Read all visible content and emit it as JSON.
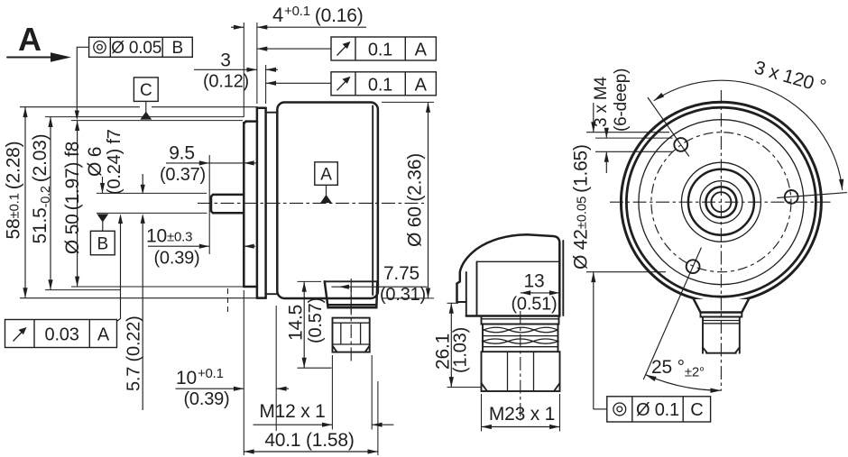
{
  "drawing": {
    "type": "technical dimensional drawing",
    "subject": "rotary encoder with servo flange, M12 and M23 connector variants",
    "ink_color": "#1f1f1f",
    "background_color": "#ffffff"
  },
  "view_label": {
    "letter": "A"
  },
  "side_view": {
    "fcf_concentricity": {
      "symbol_name": "concentricity-icon",
      "tolerance": "Ø 0.05",
      "datum": "B"
    },
    "datum_c": "C",
    "datum_b": "B",
    "datum_a": "A",
    "dim_4": {
      "value": "4",
      "tol_sup": "+0.1",
      "inch": "(0.16)"
    },
    "dim_3": {
      "value": "3",
      "inch": "(0.12)"
    },
    "fcf_runout_top": {
      "symbol_name": "circular-runout-icon",
      "tolerance": "0.1",
      "datum": "A"
    },
    "fcf_runout_mid": {
      "symbol_name": "circular-runout-icon",
      "tolerance": "0.1",
      "datum": "A"
    },
    "dim_9_5": {
      "value": "9.5",
      "inch": "(0.37)"
    },
    "dim_shaft_dia": {
      "value": "Ø 6",
      "inch_fit": "(0.24) f7"
    },
    "dim_58": {
      "value": "58",
      "tol": "±0.1",
      "inch": "(2.28)"
    },
    "dim_51_5": {
      "value": "51.5",
      "tol": "-0.2",
      "inch": "(2.03)"
    },
    "dim_50": {
      "value": "Ø 50",
      "inch": "(1.97) f8"
    },
    "dim_10_shaft": {
      "value": "10",
      "tol": "±0.3",
      "inch": "(0.39)"
    },
    "dim_60": {
      "value": "Ø 60 (2.36)"
    },
    "dim_7_75": {
      "value": "7.75",
      "inch": "(0.31)"
    },
    "dim_14_5": {
      "value": "14.5",
      "inch": "(0.57)"
    },
    "fcf_runout_shaft": {
      "symbol_name": "circular-runout-icon",
      "tolerance": "0.03",
      "datum": "A"
    },
    "dim_5_7": {
      "value": "5.7 (0.22)"
    },
    "dim_10_body": {
      "value": "10",
      "tol_sup": "+0.1",
      "inch": "(0.39)"
    },
    "thread_m12": "M12 x 1",
    "dim_40_1": "40.1 (1.58)"
  },
  "connector_view": {
    "dim_13": {
      "value": "13",
      "inch": "(0.51)"
    },
    "dim_26_1": {
      "value": "26.1",
      "inch": "(1.03)"
    },
    "thread_m23": "M23 x 1"
  },
  "front_view": {
    "dim_holes": {
      "value": "3 x M4",
      "depth": "(6-deep)"
    },
    "dim_spacing": "3 x 120 °",
    "dim_bolt_circle": {
      "value": "Ø 42",
      "tol": "±0.05",
      "inch": "(1.65)"
    },
    "dim_angle": {
      "value": "25 °",
      "tol": "±2°"
    },
    "fcf_concentricity": {
      "symbol_name": "concentricity-icon",
      "tolerance": "Ø 0.1",
      "datum": "C"
    }
  }
}
